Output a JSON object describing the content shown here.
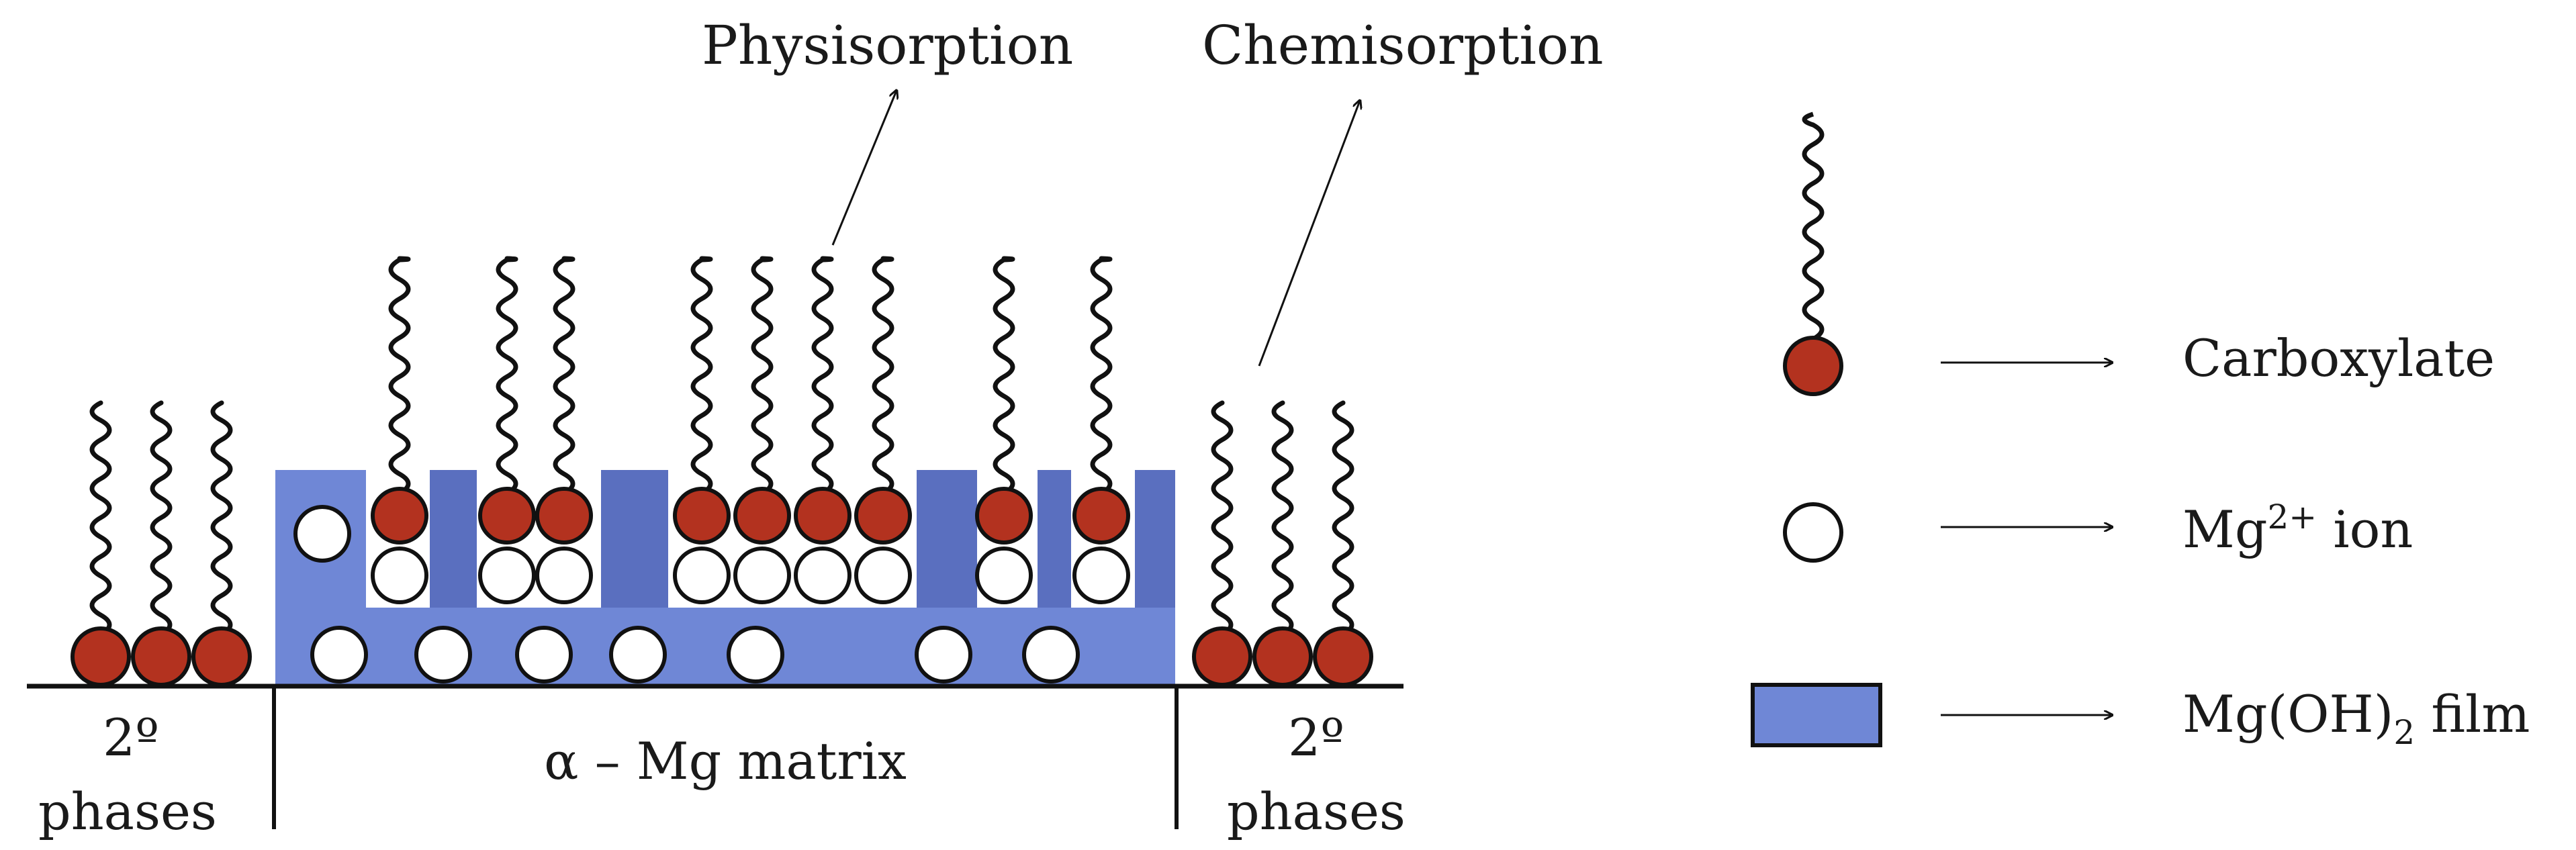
{
  "labels": {
    "physisorption": "Physisorption",
    "chemisorption": "Chemisorption",
    "phase_left_1": "2º",
    "phase_left_2": "phases",
    "phase_right_1": "2º",
    "phase_right_2": "phases",
    "matrix": "α – Mg matrix"
  },
  "legend": {
    "carboxylate": "Carboxylate",
    "mg_ion_base": "Mg",
    "mg_ion_sup": "2+",
    "mg_ion_tail": " ion",
    "film_a": "Mg(OH)",
    "film_sub": "2",
    "film_b": " film"
  },
  "colors": {
    "film": "#6f87d6",
    "film_dark": "#5a6fbf",
    "carboxylate": "#b3321f",
    "ion": "#ffffff",
    "line": "#111111"
  }
}
